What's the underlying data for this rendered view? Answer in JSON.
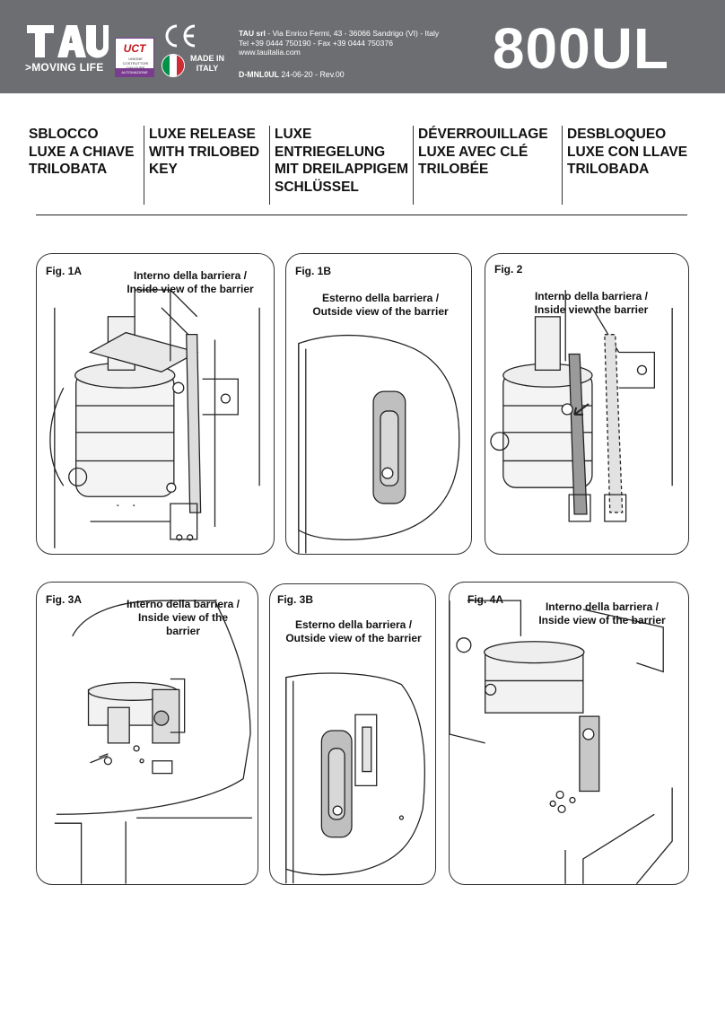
{
  "header": {
    "logo": "TAU",
    "tagline": ">MOVING LIFE",
    "uct": {
      "mark": "UCT",
      "sub": "UNIONE COSTRUTTORI CHIUSURE TECNICHE",
      "bar": "AUTOMAZIONE"
    },
    "ce": "CE",
    "made_in": [
      "MADE IN",
      "ITALY"
    ],
    "company": "TAU srl",
    "address": " - Via Enrico Fermi, 43 - 36066 Sandrigo (VI) - Italy",
    "phone": "Tel +39 0444 750190 - Fax +39 0444 750376",
    "web": "www.tauitalia.com",
    "doc_code": "D-MNL0UL",
    "doc_rev": " 24-06-20 - Rev.00",
    "model": "800UL",
    "colors": {
      "header_bg": "#6d6e71",
      "uct_purple": "#7a3c8f",
      "uct_red": "#c4161c"
    }
  },
  "titles": [
    {
      "lines": [
        "SBLOCCO",
        "LUXE A CHIAVE",
        "TRILOBATA"
      ]
    },
    {
      "lines": [
        "LUXE RELEASE",
        "WITH TRILOBED",
        "KEY"
      ]
    },
    {
      "lines": [
        "LUXE",
        "ENTRIEGELUNG",
        "MIT DREILAPPIGEM",
        "SCHLÜSSEL"
      ]
    },
    {
      "lines": [
        "DÉVERROUILLAGE",
        "LUXE AVEC CLÉ",
        "TRILOBÉE"
      ]
    },
    {
      "lines": [
        "DESBLOQUEO",
        "LUXE CON LLAVE",
        "TRILOBADA"
      ]
    }
  ],
  "figures": [
    {
      "label": "Fig. 1A",
      "caption": [
        "Interno della barriera /",
        "Inside view of the barrier"
      ]
    },
    {
      "label": "Fig. 1B",
      "caption": [
        "Esterno della barriera /",
        "Outside view of the barrier"
      ]
    },
    {
      "label": "Fig. 2",
      "caption": [
        "Interno della barriera /",
        "Inside view the barrier"
      ]
    },
    {
      "label": "Fig. 3A",
      "caption": [
        "Interno della barriera /",
        "Inside view  of the",
        "barrier"
      ]
    },
    {
      "label": "Fig. 3B",
      "caption": [
        "Esterno della barriera /",
        "Outside view  of the barrier"
      ]
    },
    {
      "label": "Fig. 4A",
      "caption": [
        "Interno della barriera /",
        "Inside view  of the barrier"
      ]
    }
  ]
}
